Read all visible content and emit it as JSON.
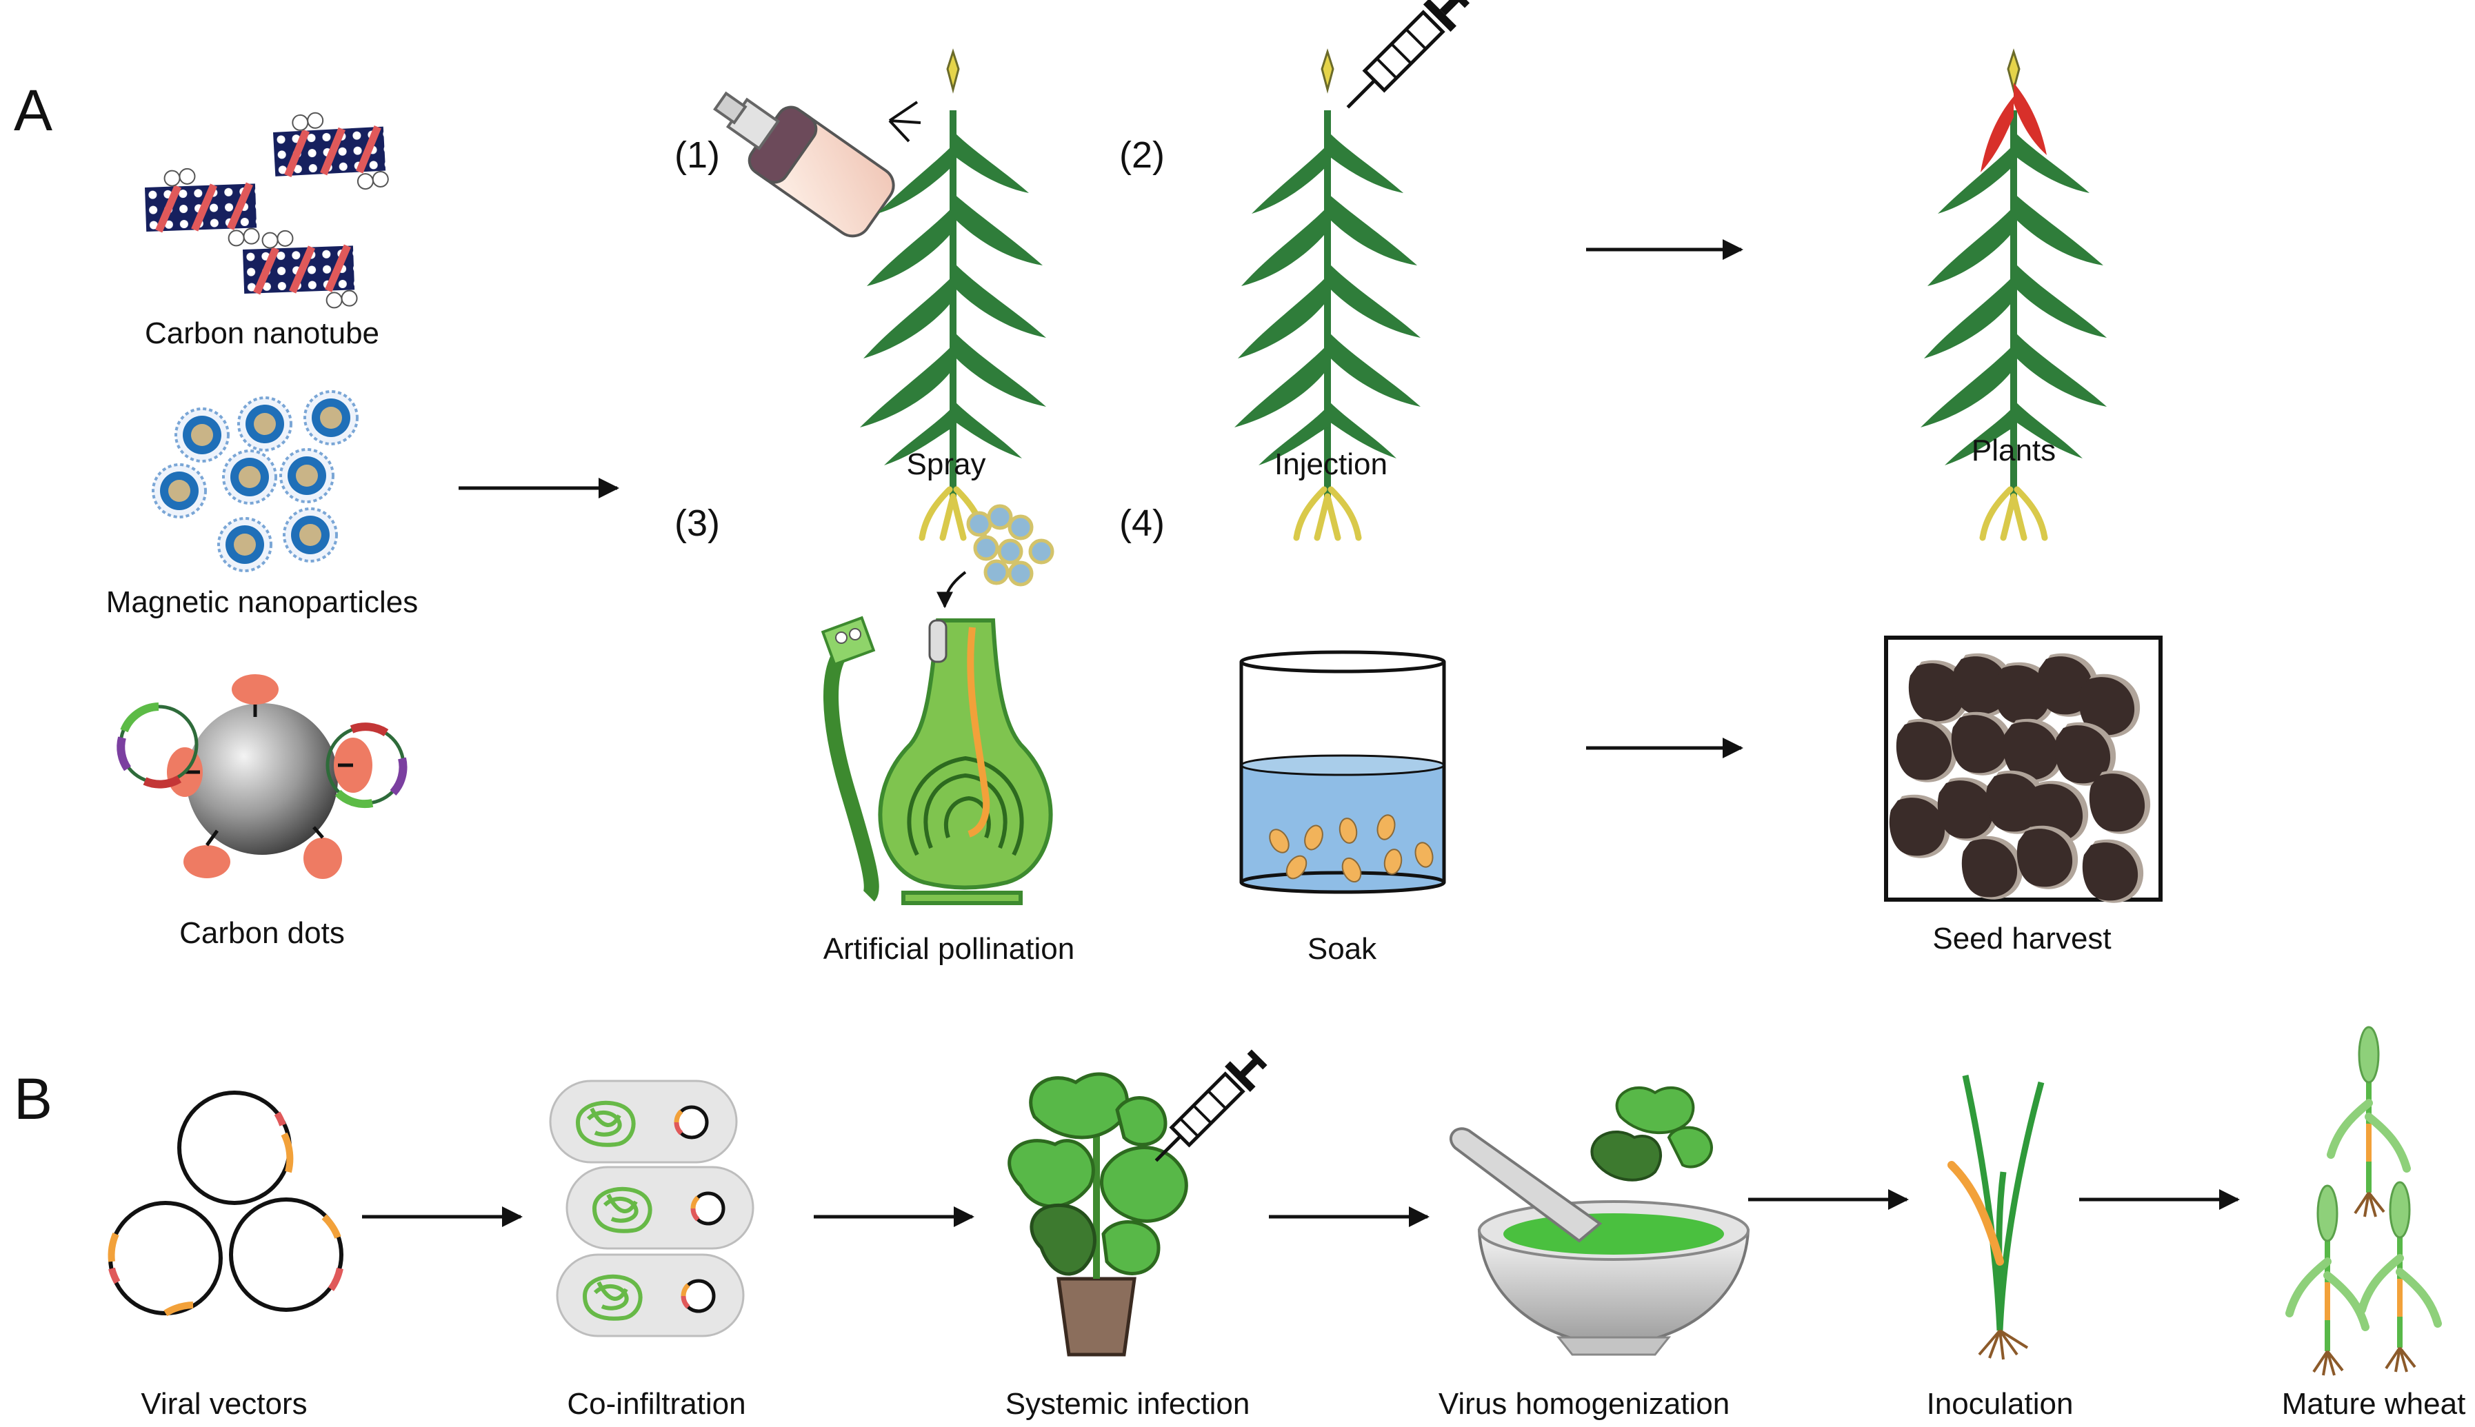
{
  "panels": {
    "a": "A",
    "b": "B"
  },
  "steps": {
    "s1": "(1)",
    "s2": "(2)",
    "s3": "(3)",
    "s4": "(4)"
  },
  "labels": {
    "carbon_nanotube": "Carbon nanotube",
    "magnetic_nanoparticles": "Magnetic nanoparticles",
    "carbon_dots": "Carbon dots",
    "spray": "Spray",
    "injection": "Injection",
    "plants": "Plants",
    "artificial_pollination": "Artificial pollination",
    "soak": "Soak",
    "seed_harvest": "Seed harvest",
    "viral_vectors": "Viral vectors",
    "co_infiltration": "Co-infiltration",
    "systemic_infection": "Systemic infection",
    "virus_homogenization": "Virus homogenization",
    "inoculation": "Inoculation",
    "mature_wheat": "Mature wheat"
  },
  "colors": {
    "leaf": "#2f7d3a",
    "leaf_light": "#58b848",
    "root": "#e9e067",
    "nanotube": "#16205e",
    "helix": "#e0595a",
    "particle": "#1f6fb8",
    "particle_core": "#c9b487",
    "seed": "#3a2c29",
    "water": "#8fbde6",
    "orange": "#f2a13a",
    "tan": "#d1b99a"
  },
  "icons": [
    "spray-bottle-icon",
    "syringe-icon",
    "plant-icon",
    "flower-pistil-icon",
    "beaker-icon",
    "mortar-pestle-icon",
    "plasmid-icon",
    "bacteria-icon",
    "potted-plant-icon",
    "wheat-seedling-icon",
    "wheat-plant-icon"
  ]
}
